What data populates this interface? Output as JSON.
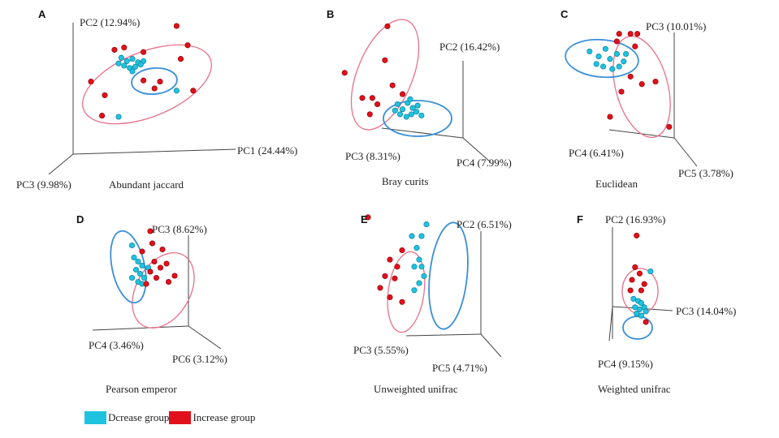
{
  "legend": {
    "decrease_label": "Dcrease group",
    "increase_label": "Increase group",
    "decrease_color": "#1fc3e0",
    "increase_color": "#e2101a"
  },
  "chart_data": [
    {
      "type": "scatter",
      "panel": "A",
      "title": "Abundant jaccard",
      "axes": [
        "PC1 (24.44%)",
        "PC2 (12.94%)",
        "PC3 (9.98%)"
      ],
      "series": [
        {
          "name": "Dcrease group",
          "points": [
            [
              0.32,
              0.67
            ],
            [
              0.36,
              0.64
            ],
            [
              0.4,
              0.66
            ],
            [
              0.44,
              0.63
            ],
            [
              0.48,
              0.64
            ],
            [
              0.34,
              0.6
            ],
            [
              0.38,
              0.58
            ],
            [
              0.42,
              0.59
            ],
            [
              0.46,
              0.61
            ],
            [
              0.4,
              0.55
            ],
            [
              0.3,
              0.62
            ],
            [
              0.72,
              0.38
            ],
            [
              0.3,
              0.15
            ]
          ]
        },
        {
          "name": "Increase group",
          "points": [
            [
              0.72,
              0.95
            ],
            [
              0.8,
              0.78
            ],
            [
              0.75,
              0.66
            ],
            [
              0.27,
              0.74
            ],
            [
              0.34,
              0.76
            ],
            [
              0.48,
              0.72
            ],
            [
              0.48,
              0.47
            ],
            [
              0.6,
              0.46
            ],
            [
              0.56,
              0.4
            ],
            [
              0.84,
              0.38
            ],
            [
              0.1,
              0.46
            ],
            [
              0.2,
              0.34
            ],
            [
              0.18,
              0.16
            ]
          ]
        }
      ]
    },
    {
      "type": "scatter",
      "panel": "B",
      "title": "Bray curits",
      "axes": [
        "PC2 (16.42%)",
        "PC3 (8.31%)",
        "PC4 (7.99%)"
      ],
      "series": [
        {
          "name": "Dcrease group",
          "points": [
            [
              0.48,
              0.3
            ],
            [
              0.52,
              0.26
            ],
            [
              0.56,
              0.31
            ],
            [
              0.6,
              0.27
            ],
            [
              0.64,
              0.29
            ],
            [
              0.5,
              0.22
            ],
            [
              0.55,
              0.2
            ],
            [
              0.59,
              0.22
            ],
            [
              0.63,
              0.24
            ],
            [
              0.67,
              0.21
            ],
            [
              0.46,
              0.25
            ],
            [
              0.58,
              0.34
            ]
          ]
        },
        {
          "name": "Increase group",
          "points": [
            [
              0.4,
              0.92
            ],
            [
              0.38,
              0.65
            ],
            [
              0.06,
              0.55
            ],
            [
              0.44,
              0.45
            ],
            [
              0.2,
              0.35
            ],
            [
              0.28,
              0.35
            ],
            [
              0.32,
              0.3
            ],
            [
              0.26,
              0.22
            ],
            [
              0.52,
              0.38
            ]
          ]
        }
      ]
    },
    {
      "type": "scatter",
      "panel": "C",
      "title": "Euclidean",
      "axes": [
        "PC3 (10.01%)",
        "PC4 (6.41%)",
        "PC5 (3.78%)"
      ],
      "series": [
        {
          "name": "Dcrease group",
          "points": [
            [
              0.22,
              0.72
            ],
            [
              0.3,
              0.68
            ],
            [
              0.36,
              0.74
            ],
            [
              0.4,
              0.66
            ],
            [
              0.46,
              0.7
            ],
            [
              0.52,
              0.64
            ],
            [
              0.34,
              0.6
            ],
            [
              0.42,
              0.58
            ],
            [
              0.48,
              0.6
            ],
            [
              0.54,
              0.7
            ],
            [
              0.28,
              0.62
            ]
          ]
        },
        {
          "name": "Increase group",
          "points": [
            [
              0.48,
              0.86
            ],
            [
              0.58,
              0.86
            ],
            [
              0.64,
              0.86
            ],
            [
              0.62,
              0.76
            ],
            [
              0.58,
              0.52
            ],
            [
              0.68,
              0.46
            ],
            [
              0.8,
              0.48
            ],
            [
              0.5,
              0.4
            ],
            [
              0.4,
              0.2
            ],
            [
              0.92,
              0.12
            ],
            [
              0.46,
              0.8
            ]
          ]
        }
      ]
    },
    {
      "type": "scatter",
      "panel": "D",
      "title": "Pearson emperor",
      "axes": [
        "PC3 (8.62%)",
        "PC4 (3.46%)",
        "PC6 (3.12%)"
      ],
      "series": [
        {
          "name": "Dcrease group",
          "points": [
            [
              0.3,
              0.78
            ],
            [
              0.32,
              0.66
            ],
            [
              0.36,
              0.62
            ],
            [
              0.4,
              0.58
            ],
            [
              0.34,
              0.54
            ],
            [
              0.38,
              0.5
            ],
            [
              0.42,
              0.46
            ],
            [
              0.36,
              0.42
            ],
            [
              0.46,
              0.56
            ],
            [
              0.3,
              0.46
            ],
            [
              0.4,
              0.4
            ]
          ]
        },
        {
          "name": "Increase group",
          "points": [
            [
              0.48,
              0.92
            ],
            [
              0.5,
              0.8
            ],
            [
              0.6,
              0.74
            ],
            [
              0.4,
              0.72
            ],
            [
              0.52,
              0.62
            ],
            [
              0.58,
              0.56
            ],
            [
              0.64,
              0.6
            ],
            [
              0.48,
              0.52
            ],
            [
              0.54,
              0.46
            ],
            [
              0.66,
              0.42
            ],
            [
              0.44,
              0.4
            ],
            [
              0.72,
              0.48
            ]
          ]
        }
      ]
    },
    {
      "type": "scatter",
      "panel": "E",
      "title": "Unweighted unifrac",
      "axes": [
        "PC2 (6.51%)",
        "PC3 (5.55%)",
        "PC5 (4.71%)"
      ],
      "series": [
        {
          "name": "Dcrease group",
          "points": [
            [
              0.6,
              0.92
            ],
            [
              0.56,
              0.82
            ],
            [
              0.52,
              0.72
            ],
            [
              0.54,
              0.62
            ],
            [
              0.56,
              0.56
            ],
            [
              0.5,
              0.56
            ],
            [
              0.58,
              0.48
            ],
            [
              0.54,
              0.42
            ],
            [
              0.5,
              0.36
            ],
            [
              0.48,
              0.82
            ]
          ]
        },
        {
          "name": "Increase group",
          "points": [
            [
              0.12,
              0.98
            ],
            [
              0.4,
              0.7
            ],
            [
              0.3,
              0.62
            ],
            [
              0.36,
              0.56
            ],
            [
              0.26,
              0.48
            ],
            [
              0.34,
              0.46
            ],
            [
              0.22,
              0.38
            ],
            [
              0.3,
              0.3
            ],
            [
              0.4,
              0.26
            ]
          ]
        }
      ]
    },
    {
      "type": "scatter",
      "panel": "F",
      "title": "Weighted unifrac",
      "axes": [
        "PC2 (16.93%)",
        "PC3 (14.04%)",
        "PC4 (9.15%)"
      ],
      "series": [
        {
          "name": "Dcrease group",
          "points": [
            [
              0.42,
              0.32
            ],
            [
              0.48,
              0.3
            ],
            [
              0.52,
              0.28
            ],
            [
              0.44,
              0.24
            ],
            [
              0.5,
              0.22
            ],
            [
              0.56,
              0.24
            ],
            [
              0.46,
              0.18
            ],
            [
              0.52,
              0.16
            ],
            [
              0.58,
              0.2
            ],
            [
              0.64,
              0.58
            ]
          ]
        },
        {
          "name": "Increase group",
          "points": [
            [
              0.46,
              0.92
            ],
            [
              0.44,
              0.62
            ],
            [
              0.5,
              0.56
            ],
            [
              0.4,
              0.5
            ],
            [
              0.38,
              0.4
            ],
            [
              0.52,
              0.4
            ],
            [
              0.56,
              0.46
            ],
            [
              0.58,
              0.1
            ]
          ]
        }
      ]
    }
  ]
}
